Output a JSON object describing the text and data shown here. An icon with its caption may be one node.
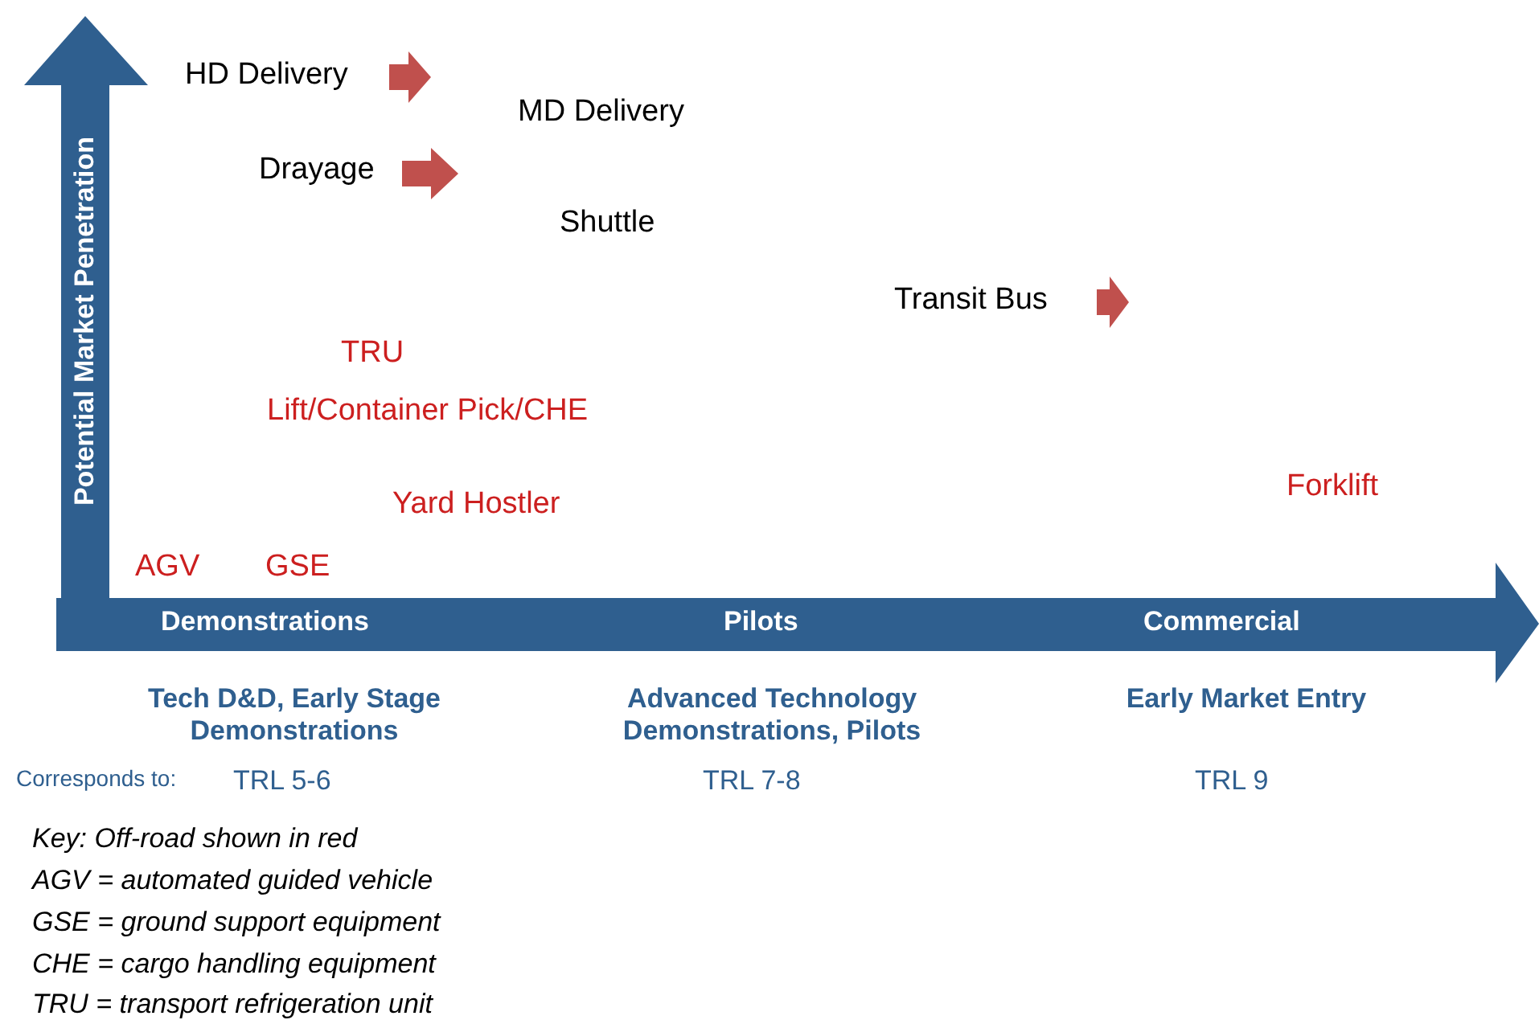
{
  "diagram": {
    "labels": [
      "Potential Market Penetration",
      "HD Delivery",
      "MD Delivery",
      "Drayage",
      "Shuttle",
      "Transit Bus",
      "TRU",
      "Lift/Container Pick/CHE",
      "Yard Hostler",
      "Forklift",
      "AGV",
      "GSE",
      "Demonstrations",
      "Pilots",
      "Commercial",
      "Tech D&D, Early Stage Demonstrations",
      "Advanced Technology Demonstrations, Pilots",
      "Early Market Entry",
      "Corresponds to:",
      "TRL 5-6",
      "TRL 7-8",
      "TRL 9",
      "Key:  Off-road shown in red",
      "AGV = automated guided vehicle",
      "GSE  = ground support equipment",
      "CHE = cargo handling equipment",
      "TRU = transport refrigeration unit"
    ]
  }
}
